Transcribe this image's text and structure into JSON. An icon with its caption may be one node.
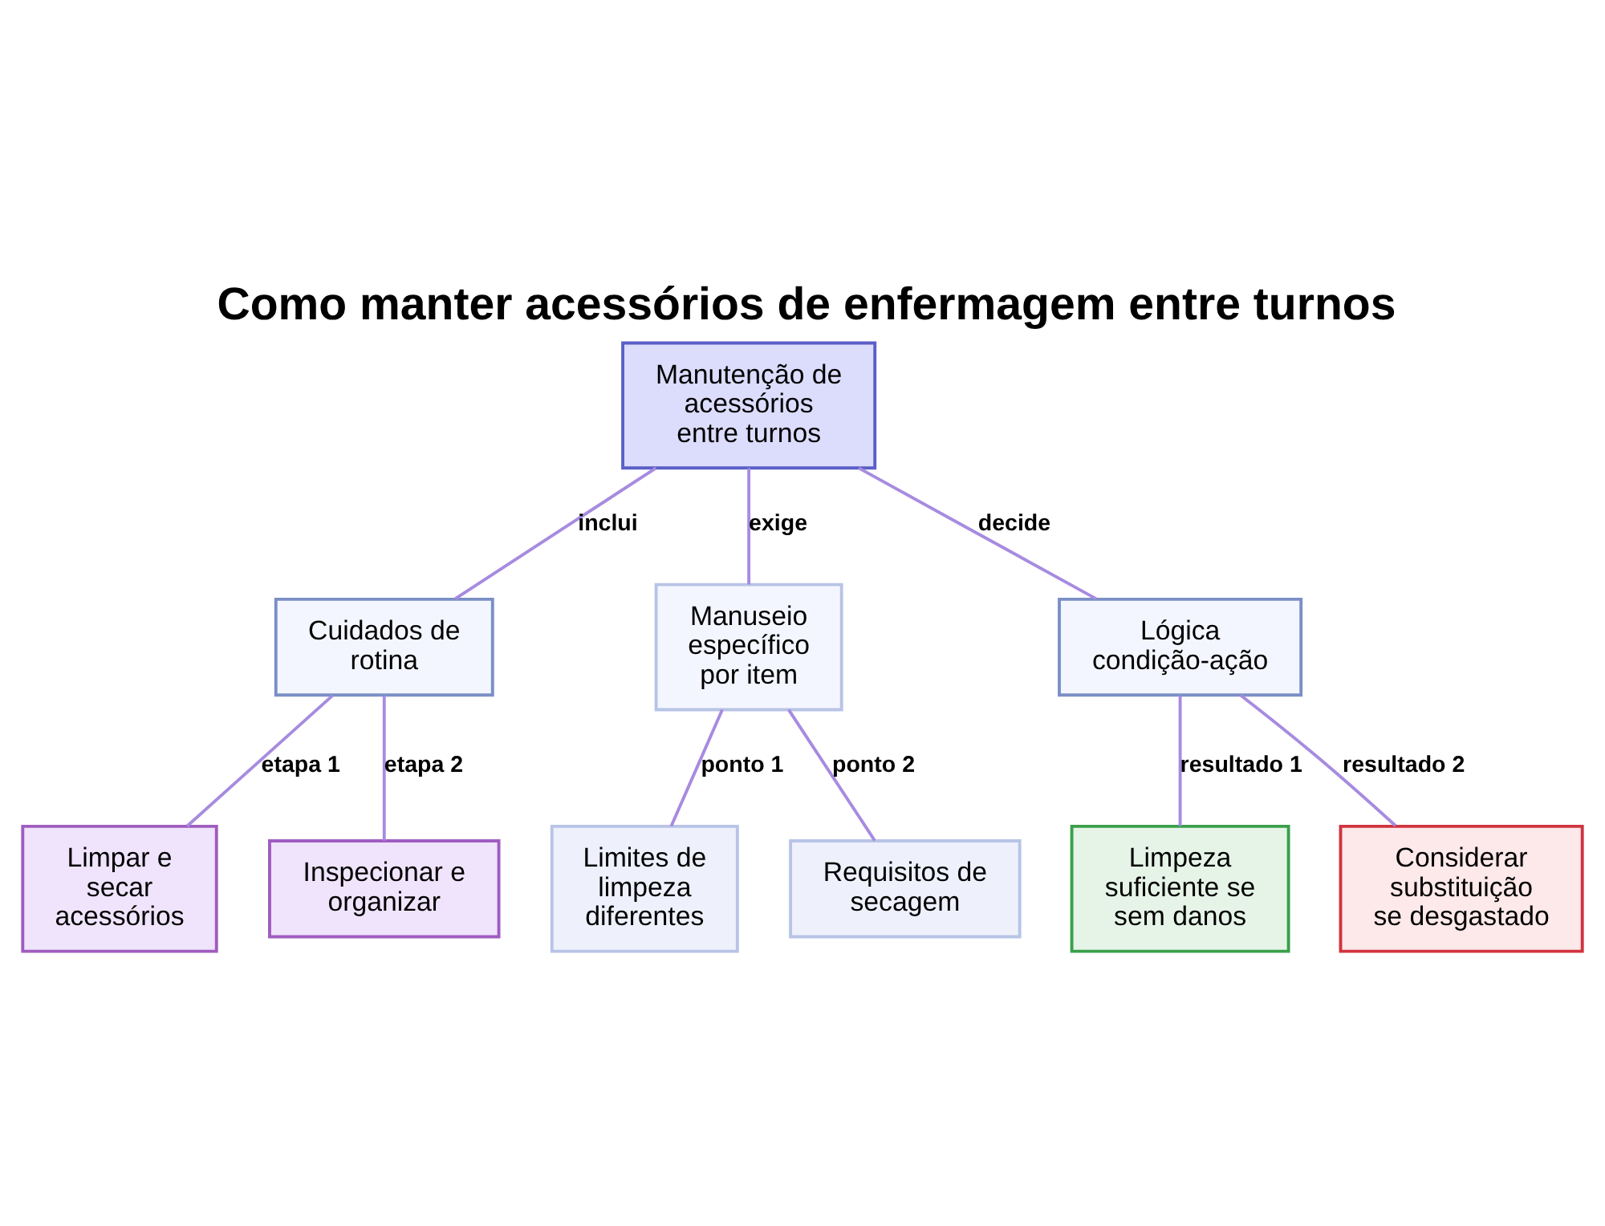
{
  "diagram": {
    "title": "Como manter acessórios de enfermagem entre turnos",
    "nodes": [
      {
        "text": [
          "Manutenção de acessórios entre turnos"
        ]
      },
      {
        "text": [
          "Cuidados de rotina"
        ]
      },
      {
        "text": [
          "Manuseio específico por item"
        ]
      },
      {
        "text": [
          "Lógica condição-ação"
        ]
      },
      {
        "text": [
          "Limpar e secar acessórios"
        ]
      },
      {
        "text": [
          "Inspecionar e organizar"
        ]
      },
      {
        "text": [
          "Limites de limpeza diferentes"
        ]
      },
      {
        "text": [
          "Requisitos de secagem"
        ]
      },
      {
        "text": [
          "Limpeza suficiente se sem danos"
        ]
      },
      {
        "text": [
          "Considerar substituição se desgastado"
        ]
      }
    ],
    "edges": [
      {
        "from": 0,
        "to": 1,
        "arrow": "none",
        "label": "inclui"
      },
      {
        "from": 0,
        "to": 2,
        "arrow": "none",
        "label": "exige"
      },
      {
        "from": 0,
        "to": 3,
        "arrow": "none",
        "label": "decide"
      },
      {
        "from": 1,
        "to": 4,
        "arrow": "none",
        "label": "etapa 1"
      },
      {
        "from": 1,
        "to": 5,
        "arrow": "none",
        "label": "etapa 2"
      },
      {
        "from": 2,
        "to": 6,
        "arrow": "none",
        "label": "ponto 1"
      },
      {
        "from": 2,
        "to": 7,
        "arrow": "none",
        "label": "ponto 2"
      },
      {
        "from": 3,
        "to": 8,
        "arrow": "none",
        "label": "resultado 1"
      },
      {
        "from": 3,
        "to": 9,
        "arrow": "none",
        "label": "resultado 2"
      }
    ]
  }
}
